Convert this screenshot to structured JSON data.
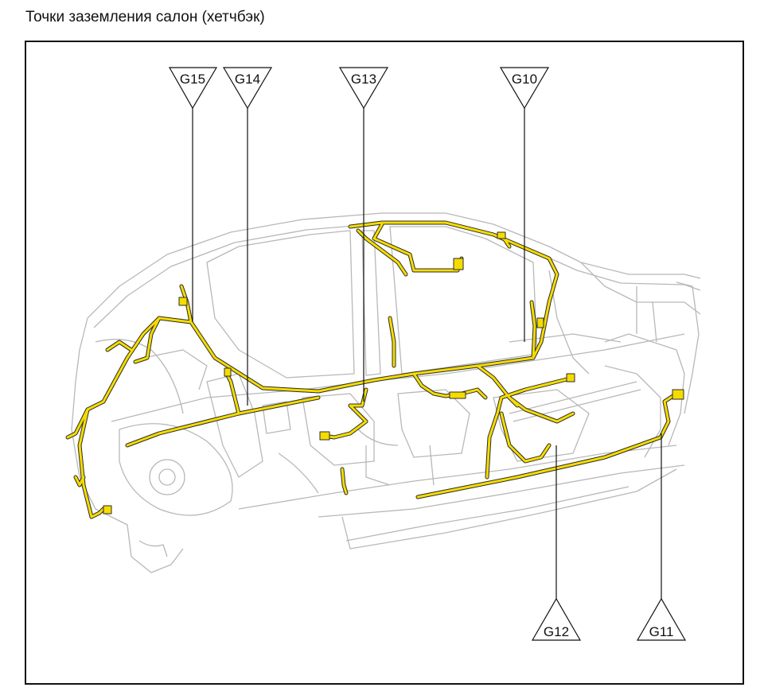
{
  "title": "Точки заземления салон (хетчбэк)",
  "ground_points": {
    "g15": "G15",
    "g14": "G14",
    "g13": "G13",
    "g10": "G10",
    "g12": "G12",
    "g11": "G11"
  },
  "colors": {
    "harness": "#f5dc00",
    "harness_outline": "#2b2b2b",
    "body_outline": "#b8b8b8",
    "frame": "#111111"
  }
}
